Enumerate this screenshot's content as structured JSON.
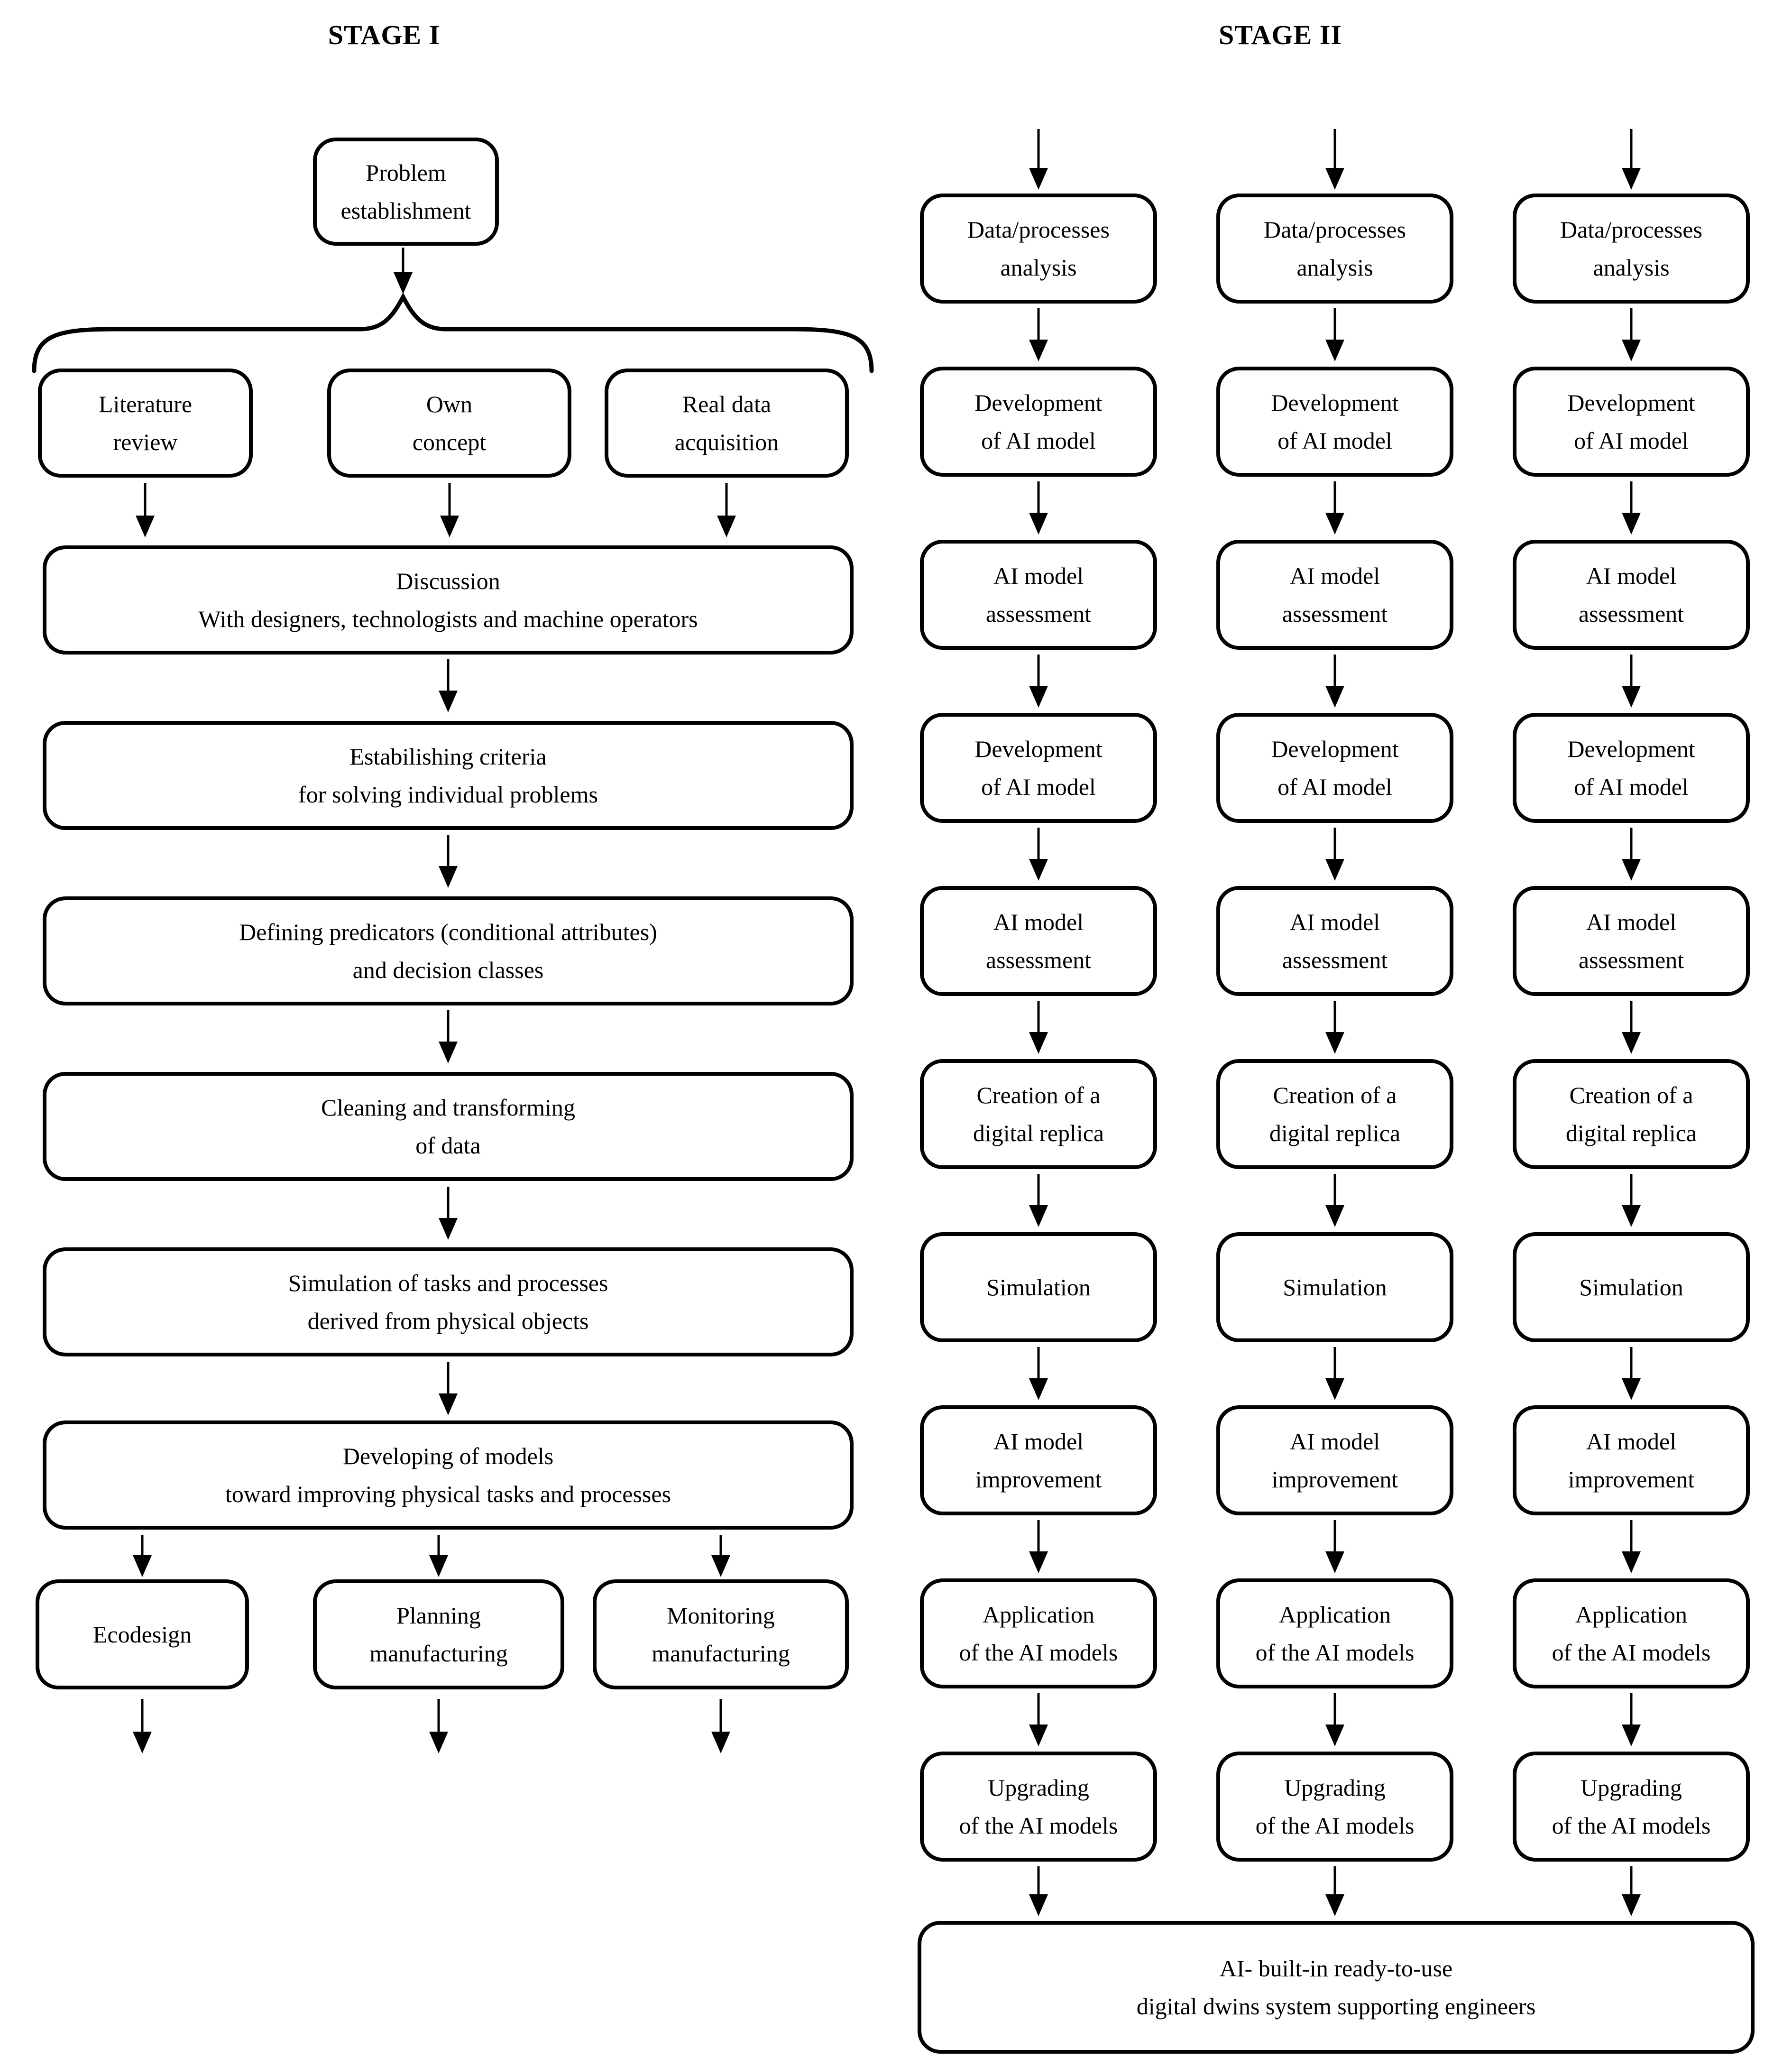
{
  "stage1": {
    "title": "STAGE I",
    "problem": {
      "line1": "Problem",
      "line2": "establishment"
    },
    "sources": [
      {
        "line1": "Literature",
        "line2": "review"
      },
      {
        "line1": "Own",
        "line2": "concept"
      },
      {
        "line1": "Real data",
        "line2": "acquisition"
      }
    ],
    "steps": [
      {
        "line1": "Discussion",
        "line2": "With designers, technologists and machine operators"
      },
      {
        "line1": "Estabilishing criteria",
        "line2": "for solving individual problems"
      },
      {
        "line1": "Defining predicators (conditional attributes)",
        "line2": "and decision classes"
      },
      {
        "line1": "Cleaning and transforming",
        "line2": "of data"
      },
      {
        "line1": "Simulation of tasks and processes",
        "line2": "derived from physical objects"
      },
      {
        "line1": "Developing of models",
        "line2": "toward improving physical tasks and processes"
      }
    ],
    "outputs": [
      {
        "line1": "Ecodesign"
      },
      {
        "line1": "Planning",
        "line2": "manufacturing"
      },
      {
        "line1": "Monitoring",
        "line2": "manufacturing"
      }
    ]
  },
  "stage2": {
    "title": "STAGE II",
    "rows": [
      {
        "line1": "Data/processes",
        "line2": "analysis"
      },
      {
        "line1": "Development",
        "line2": "of AI model"
      },
      {
        "line1": "AI model",
        "line2": "assessment"
      },
      {
        "line1": "Development",
        "line2": "of AI model"
      },
      {
        "line1": "AI model",
        "line2": "assessment"
      },
      {
        "line1": "Creation of a",
        "line2": "digital replica"
      },
      {
        "line1": "Simulation"
      },
      {
        "line1": "AI model",
        "line2": "improvement"
      },
      {
        "line1": "Application",
        "line2": "of the AI models"
      },
      {
        "line1": "Upgrading",
        "line2": "of the AI models"
      }
    ],
    "final": {
      "line1": "AI- built-in ready-to-use",
      "line2": "digital dwins system supporting engineers"
    }
  },
  "colors": {
    "ink": "#000000",
    "background": "#ffffff"
  }
}
